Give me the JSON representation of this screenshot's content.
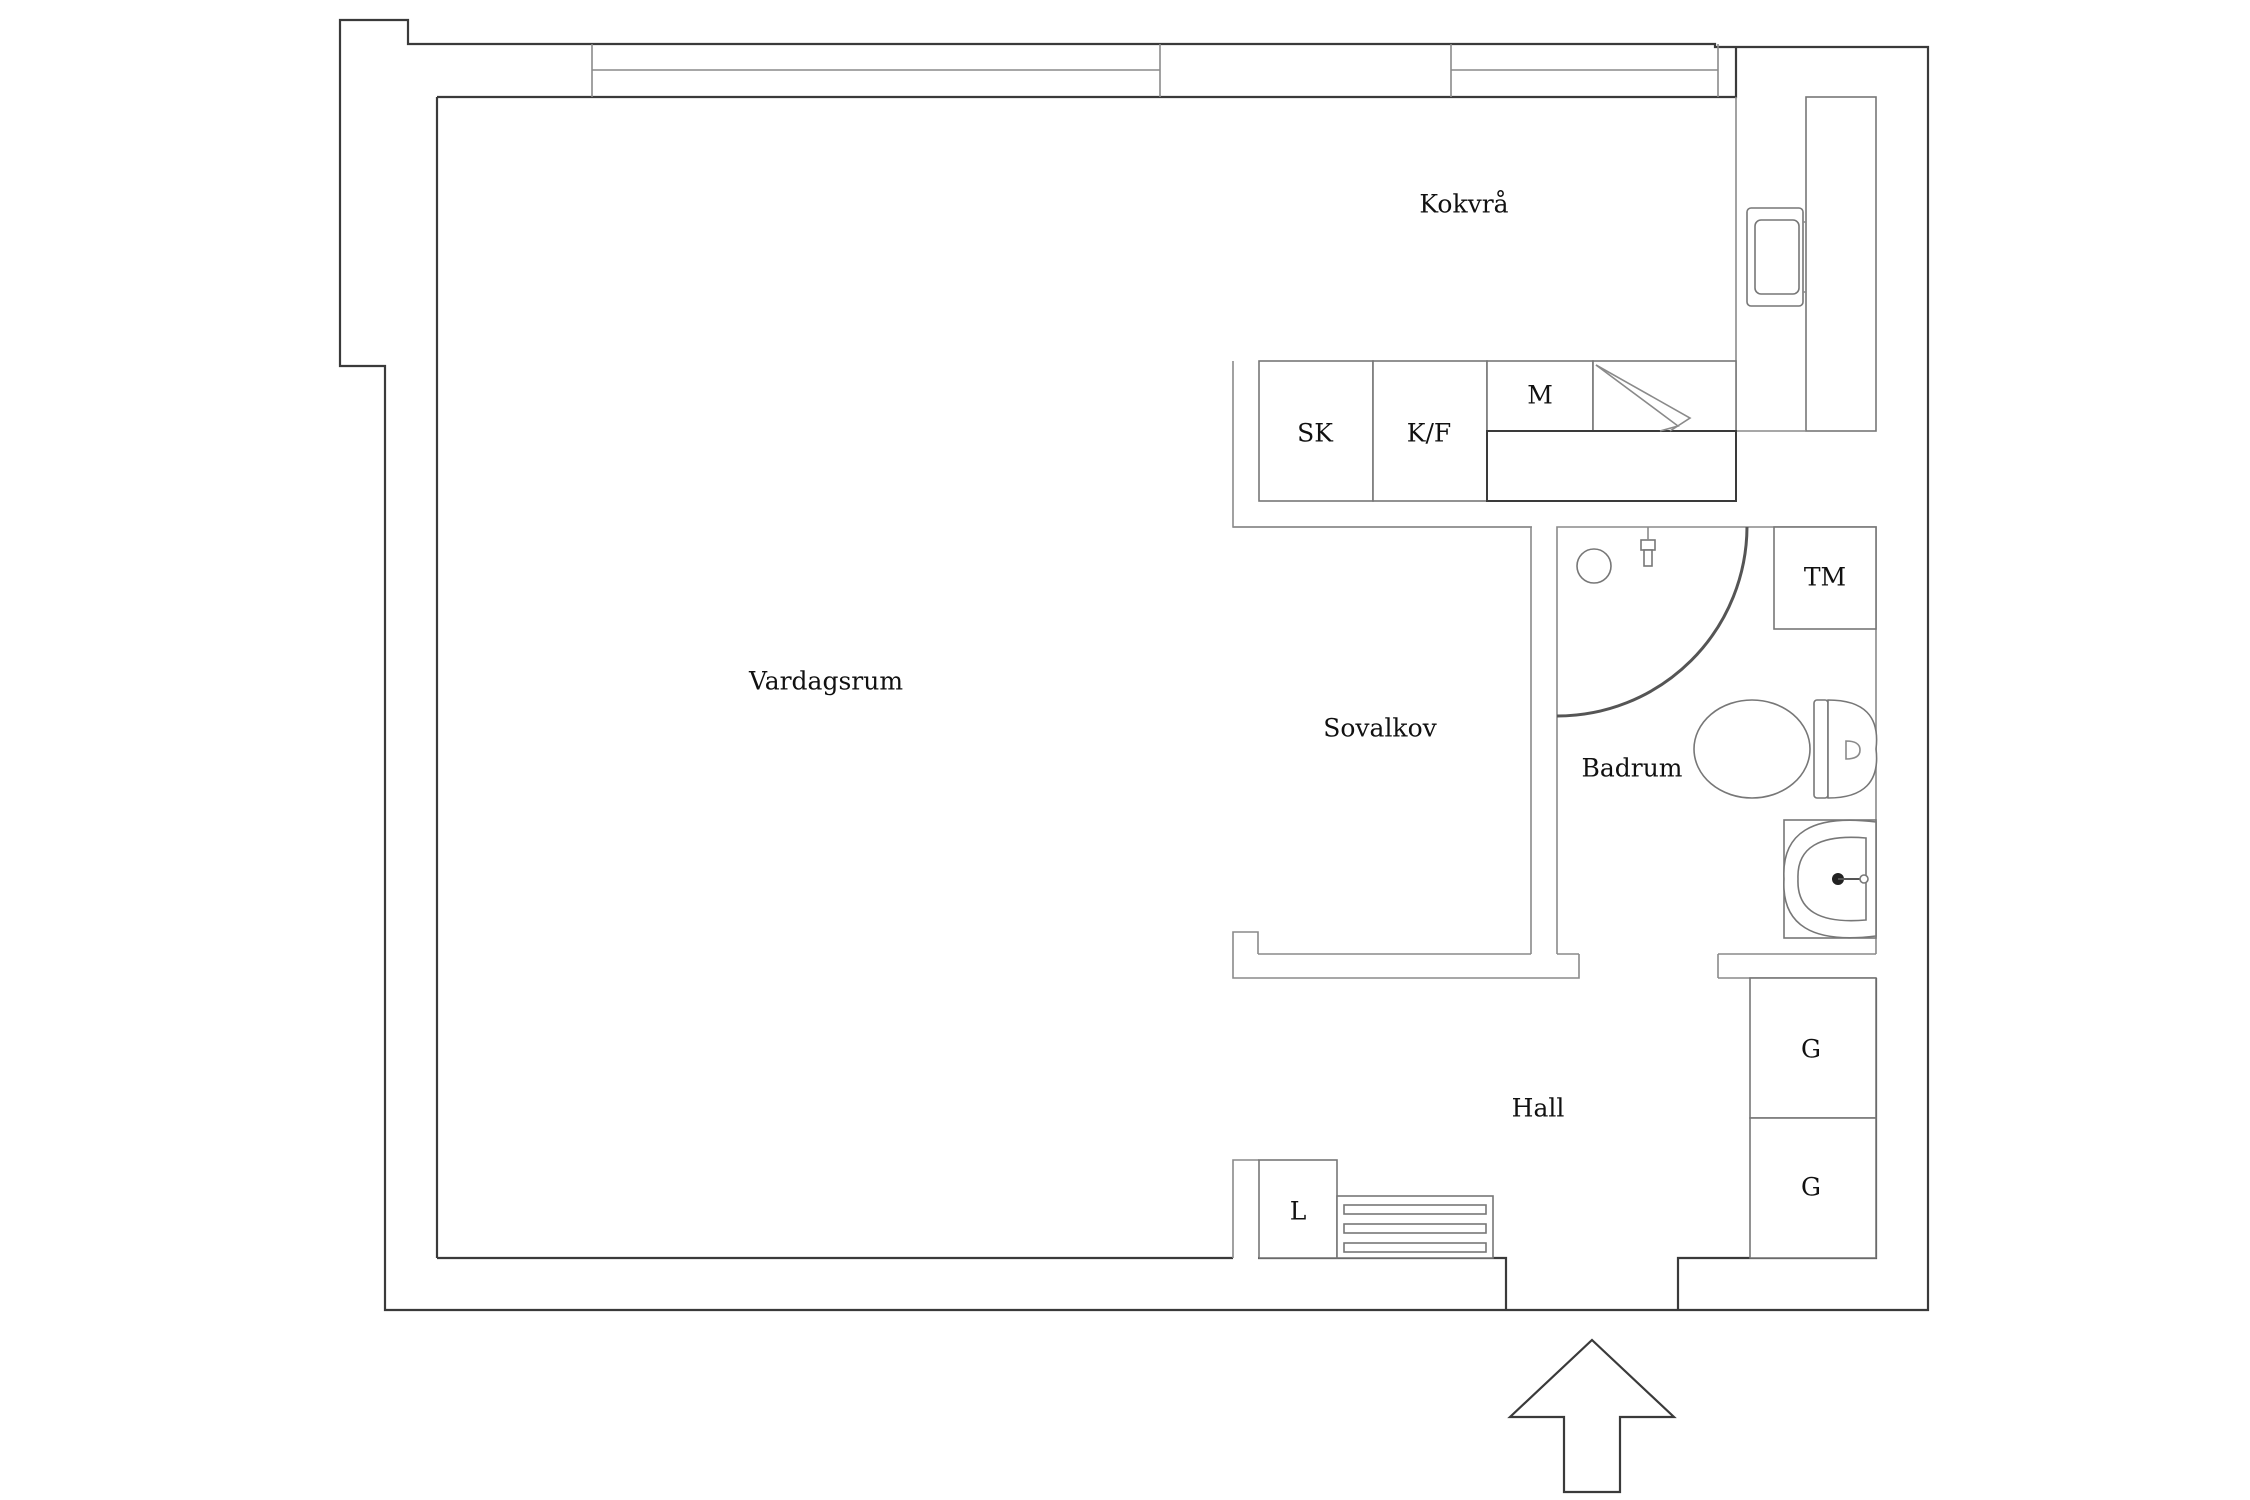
{
  "rooms": {
    "living": "Vardagsrum",
    "kitchen": "Kokvrå",
    "alcove": "Sovalkov",
    "bathroom": "Badrum",
    "hall": "Hall"
  },
  "fixtures": {
    "freezer_cabinet": "SK",
    "fridge_freezer": "K/F",
    "microwave": "M",
    "washer": "TM",
    "wardrobe_top": "G",
    "wardrobe_bottom": "G",
    "linen": "L"
  },
  "icons": {
    "entrance": "arrow-up-icon",
    "sink": "kitchen-sink-icon",
    "stove": "stove-icon",
    "toilet": "toilet-icon",
    "basin": "washbasin-icon",
    "shower": "shower-icon"
  }
}
